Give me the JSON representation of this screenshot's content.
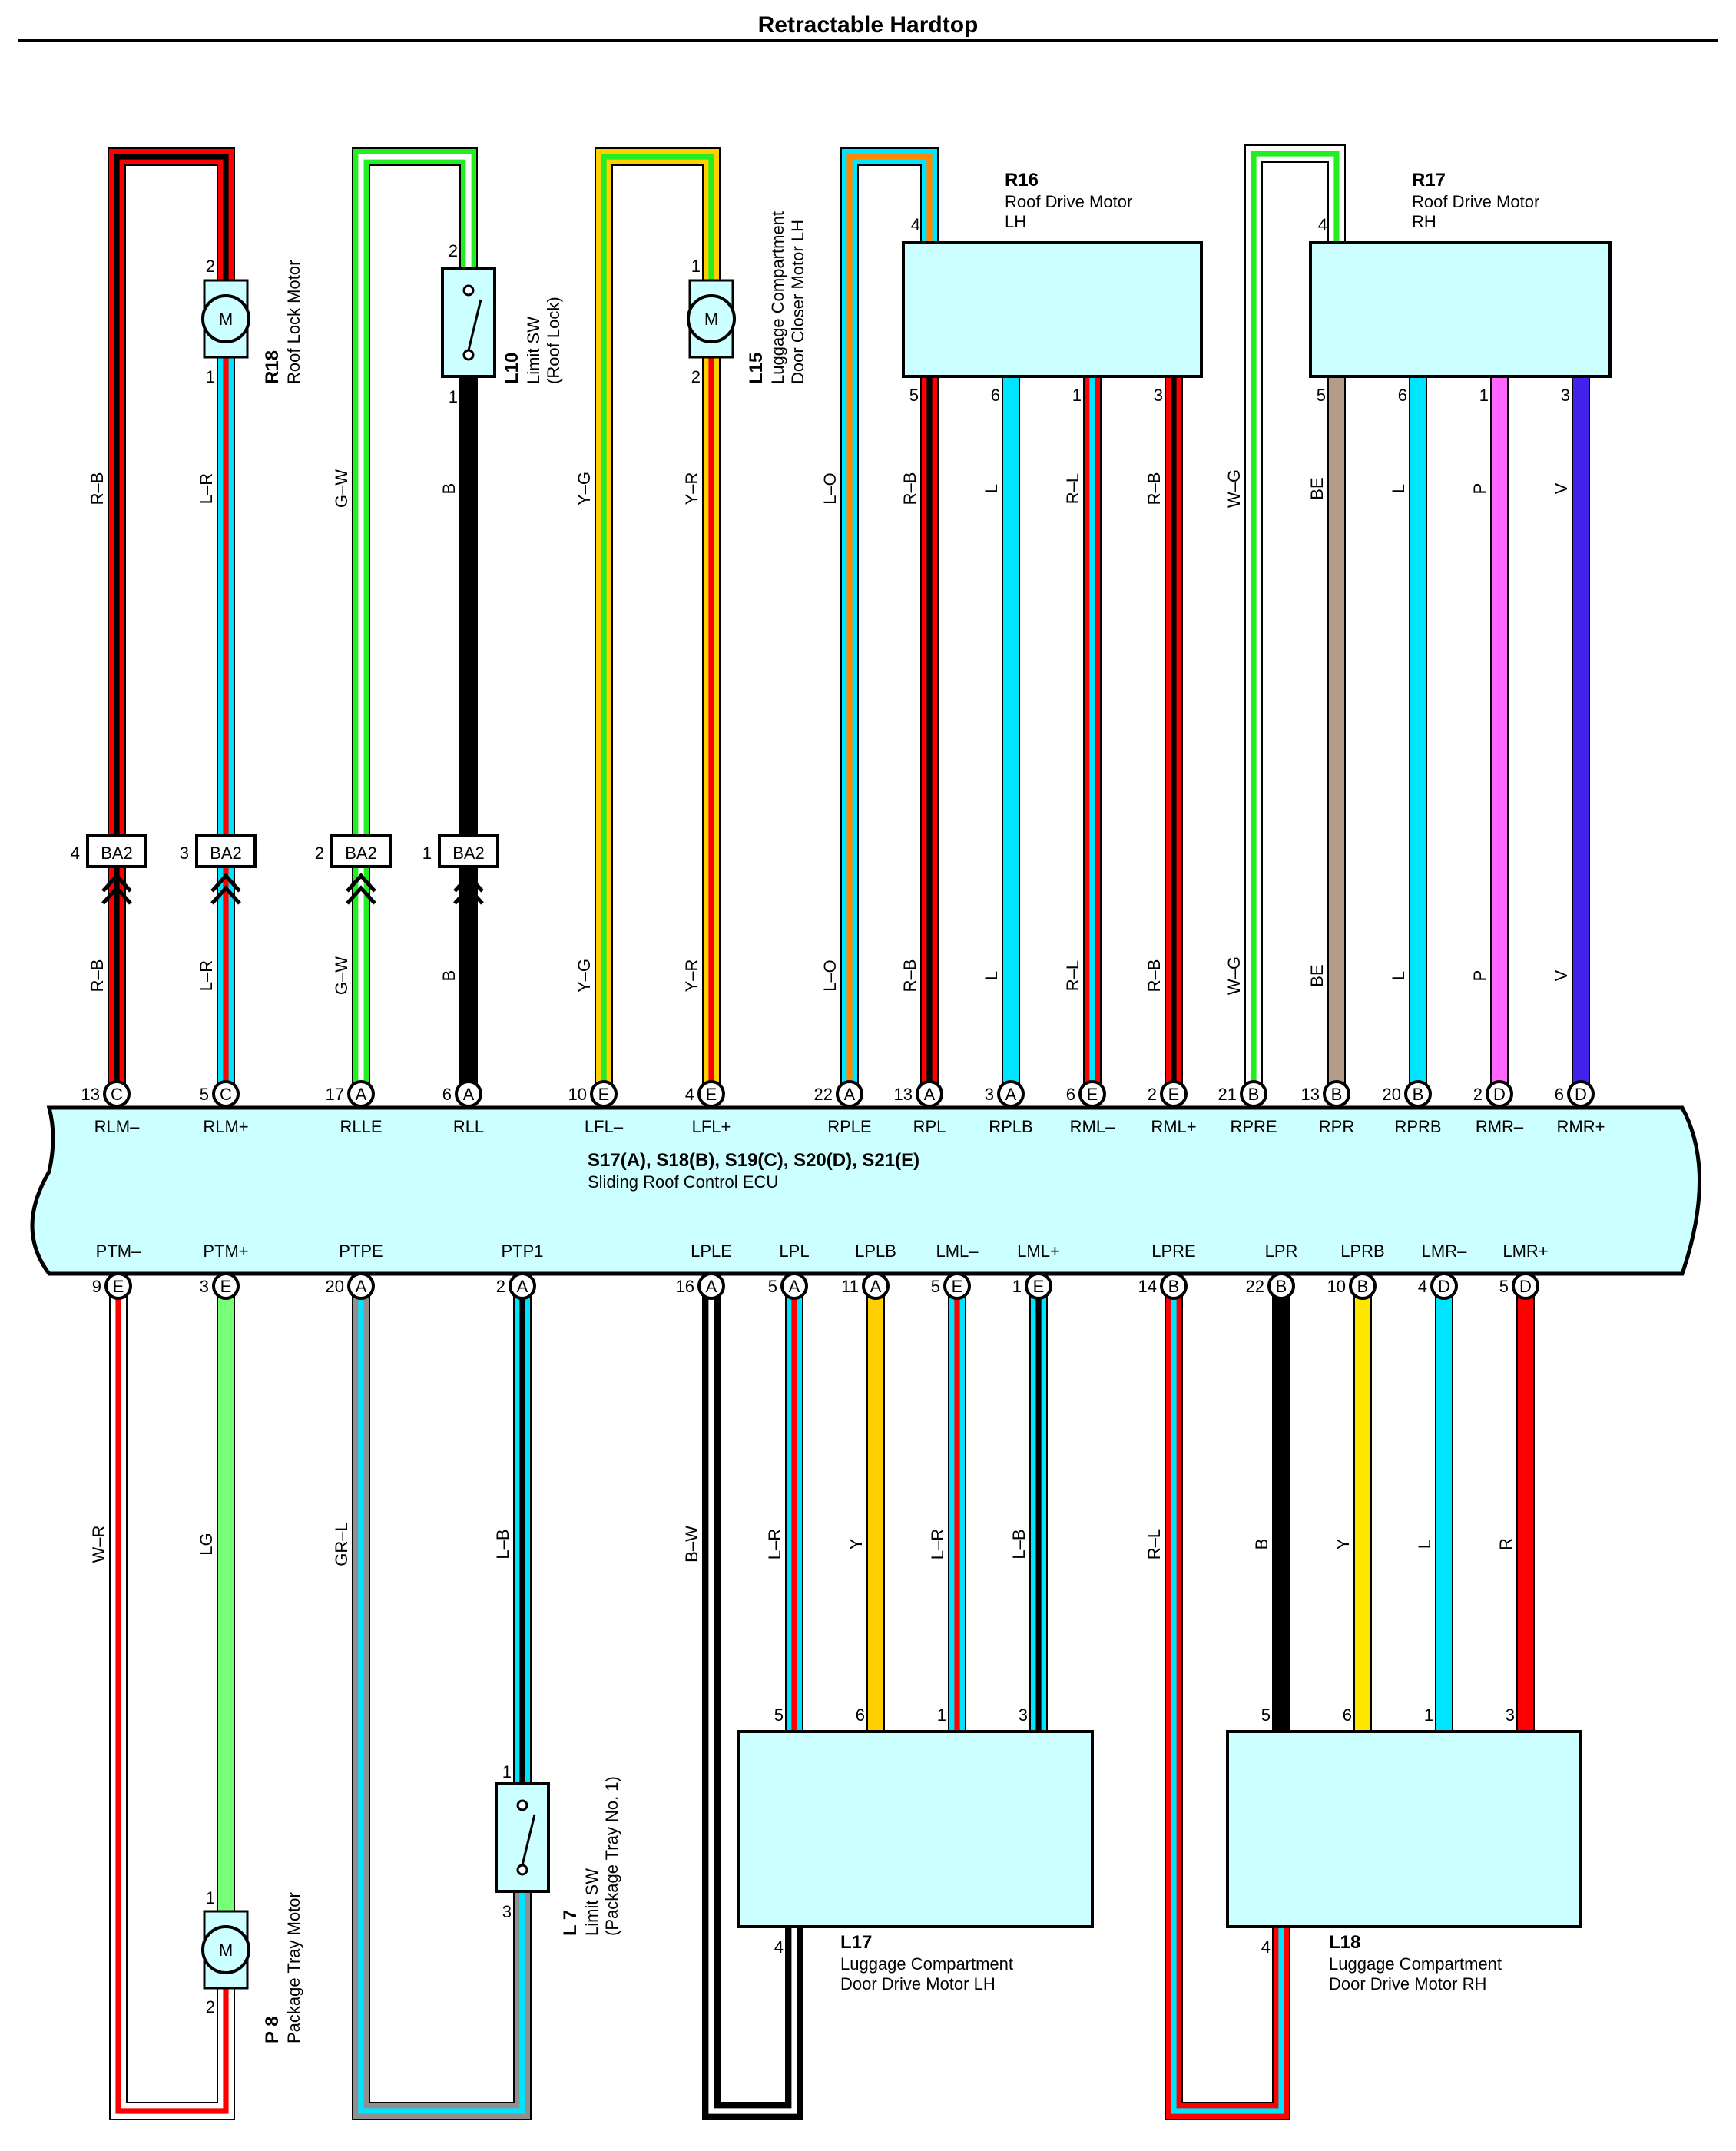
{
  "title": "Retractable Hardtop",
  "ecu": {
    "code": "S17(A), S18(B), S19(C), S20(D), S21(E)",
    "name": "Sliding Roof Control ECU"
  },
  "components": {
    "R18": {
      "code": "R18",
      "name": "Roof Lock Motor",
      "pin_top": "2",
      "pin_bot": "1",
      "symbol": "M"
    },
    "L10": {
      "code": "L10",
      "name": "Limit SW",
      "sub": "(Roof Lock)",
      "pin_top": "2",
      "pin_bot": "1"
    },
    "L15": {
      "code": "L15",
      "name": "Luggage Compartment",
      "sub": "Door Closer Motor LH",
      "pin_top": "1",
      "pin_bot": "2",
      "symbol": "M"
    },
    "R16": {
      "code": "R16",
      "name": "Roof Drive Motor",
      "sub": "LH",
      "pin_top": "4",
      "pins": [
        "5",
        "6",
        "1",
        "3"
      ]
    },
    "R17": {
      "code": "R17",
      "name": "Roof Drive Motor",
      "sub": "RH",
      "pin_top": "4",
      "pins": [
        "5",
        "6",
        "1",
        "3"
      ]
    },
    "P8": {
      "code": "P 8",
      "name": "Package Tray Motor",
      "pin_top": "1",
      "pin_bot": "2",
      "symbol": "M"
    },
    "L7": {
      "code": "L 7",
      "name": "Limit SW",
      "sub": "(Package Tray No. 1)",
      "pin_top": "1",
      "pin_bot": "3"
    },
    "L17": {
      "code": "L17",
      "name": "Luggage Compartment",
      "sub": "Door Drive Motor LH",
      "pins": [
        "5",
        "6",
        "1",
        "3"
      ],
      "pin_bot": "4"
    },
    "L18": {
      "code": "L18",
      "name": "Luggage Compartment",
      "sub": "Door Drive Motor RH",
      "pins": [
        "5",
        "6",
        "1",
        "3"
      ],
      "pin_bot": "4"
    }
  },
  "junction": {
    "label": "BA2",
    "pins": [
      "4",
      "3",
      "2",
      "1"
    ]
  },
  "top_wires": [
    {
      "upper": "R–B",
      "lower": "R–B",
      "colors": [
        "#ff0000",
        "#000000"
      ]
    },
    {
      "upper": "L–R",
      "lower": "L–R",
      "colors": [
        "#00e5ff",
        "#ff0000"
      ]
    },
    {
      "upper": "G–W",
      "lower": "G–W",
      "colors": [
        "#22ee22",
        "#ffffff"
      ]
    },
    {
      "upper": "B",
      "lower": "B",
      "colors": [
        "#000000",
        "#000000"
      ]
    },
    {
      "upper": "Y–G",
      "lower": "Y–G",
      "colors": [
        "#ffd000",
        "#22ee22"
      ]
    },
    {
      "upper": "Y–R",
      "lower": "Y–R",
      "colors": [
        "#ffd000",
        "#ff0000"
      ]
    },
    {
      "upper": "L–O",
      "lower": "L–O",
      "colors": [
        "#00e5ff",
        "#ff8800"
      ]
    },
    {
      "upper": "R–B",
      "lower": "R–B",
      "colors": [
        "#ff0000",
        "#000000"
      ]
    },
    {
      "upper": "L",
      "lower": "L",
      "colors": [
        "#00e5ff",
        "#00e5ff"
      ]
    },
    {
      "upper": "R–L",
      "lower": "R–L",
      "colors": [
        "#ff0000",
        "#00e5ff"
      ]
    },
    {
      "upper": "R–B",
      "lower": "R–B",
      "colors": [
        "#ff0000",
        "#000000"
      ]
    },
    {
      "upper": "W–G",
      "lower": "W–G",
      "colors": [
        "#ffffff",
        "#22ee22"
      ]
    },
    {
      "upper": "BE",
      "lower": "BE",
      "colors": [
        "#b39c8a",
        "#b39c8a"
      ]
    },
    {
      "upper": "L",
      "lower": "L",
      "colors": [
        "#00e5ff",
        "#00e5ff"
      ]
    },
    {
      "upper": "P",
      "lower": "P",
      "colors": [
        "#ff66ff",
        "#ff66ff"
      ]
    },
    {
      "upper": "V",
      "lower": "V",
      "colors": [
        "#4422ee",
        "#4422ee"
      ]
    }
  ],
  "top_pins": [
    {
      "num": "13",
      "conn": "C",
      "name": "RLM–"
    },
    {
      "num": "5",
      "conn": "C",
      "name": "RLM+"
    },
    {
      "num": "17",
      "conn": "A",
      "name": "RLLE"
    },
    {
      "num": "6",
      "conn": "A",
      "name": "RLL"
    },
    {
      "num": "10",
      "conn": "E",
      "name": "LFL–"
    },
    {
      "num": "4",
      "conn": "E",
      "name": "LFL+"
    },
    {
      "num": "22",
      "conn": "A",
      "name": "RPLE"
    },
    {
      "num": "13",
      "conn": "A",
      "name": "RPL"
    },
    {
      "num": "3",
      "conn": "A",
      "name": "RPLB"
    },
    {
      "num": "6",
      "conn": "E",
      "name": "RML–"
    },
    {
      "num": "2",
      "conn": "E",
      "name": "RML+"
    },
    {
      "num": "21",
      "conn": "B",
      "name": "RPRE"
    },
    {
      "num": "13",
      "conn": "B",
      "name": "RPR"
    },
    {
      "num": "20",
      "conn": "B",
      "name": "RPRB"
    },
    {
      "num": "2",
      "conn": "D",
      "name": "RMR–"
    },
    {
      "num": "6",
      "conn": "D",
      "name": "RMR+"
    }
  ],
  "bottom_pins": [
    {
      "num": "9",
      "conn": "E",
      "name": "PTM–",
      "wire": "W–R",
      "colors": [
        "#ffffff",
        "#ff0000"
      ]
    },
    {
      "num": "3",
      "conn": "E",
      "name": "PTM+",
      "wire": "LG",
      "colors": [
        "#77ff77",
        "#77ff77"
      ]
    },
    {
      "num": "20",
      "conn": "A",
      "name": "PTPE",
      "wire": "GR–L",
      "colors": [
        "#909090",
        "#00e5ff"
      ]
    },
    {
      "num": "2",
      "conn": "A",
      "name": "PTP1",
      "wire": "L–B",
      "colors": [
        "#00e5ff",
        "#000000"
      ]
    },
    {
      "num": "16",
      "conn": "A",
      "name": "LPLE",
      "wire": "B–W",
      "colors": [
        "#000000",
        "#ffffff"
      ]
    },
    {
      "num": "5",
      "conn": "A",
      "name": "LPL",
      "wire": "L–R",
      "colors": [
        "#00e5ff",
        "#ff0000"
      ]
    },
    {
      "num": "11",
      "conn": "A",
      "name": "LPLB",
      "wire": "Y",
      "colors": [
        "#ffd000",
        "#ffd000"
      ]
    },
    {
      "num": "5",
      "conn": "E",
      "name": "LML–",
      "wire": "L–R",
      "colors": [
        "#00e5ff",
        "#ff0000"
      ]
    },
    {
      "num": "1",
      "conn": "E",
      "name": "LML+",
      "wire": "L–B",
      "colors": [
        "#00e5ff",
        "#000000"
      ]
    },
    {
      "num": "14",
      "conn": "B",
      "name": "LPRE",
      "wire": "R–L",
      "colors": [
        "#ff0000",
        "#00e5ff"
      ]
    },
    {
      "num": "22",
      "conn": "B",
      "name": "LPR",
      "wire": "B",
      "colors": [
        "#000000",
        "#000000"
      ]
    },
    {
      "num": "10",
      "conn": "B",
      "name": "LPRB",
      "wire": "Y",
      "colors": [
        "#ffe600",
        "#ffe600"
      ]
    },
    {
      "num": "4",
      "conn": "D",
      "name": "LMR–",
      "wire": "L",
      "colors": [
        "#00e5ff",
        "#00e5ff"
      ]
    },
    {
      "num": "5",
      "conn": "D",
      "name": "LMR+",
      "wire": "R",
      "colors": [
        "#ff0000",
        "#ff0000"
      ]
    }
  ],
  "colors": {
    "box_fill": "#ccffff",
    "ecu_fill": "#ccffff"
  }
}
